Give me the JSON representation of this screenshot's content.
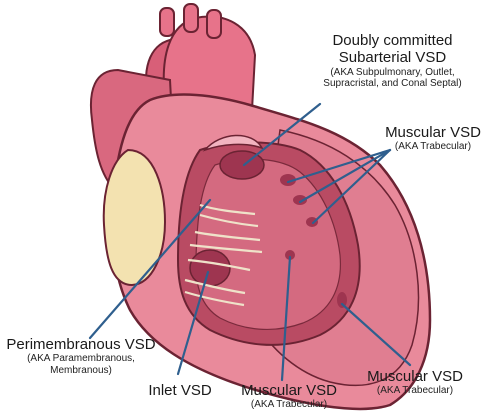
{
  "labels": {
    "subarterial": {
      "title_line1": "Doubly committed",
      "title_line2": "Subarterial VSD",
      "aka_line1": "(AKA Subpulmonary, Outlet,",
      "aka_line2": "Supracristal, and Conal Septal)"
    },
    "muscular_upper": {
      "title": "Muscular VSD",
      "aka": "(AKA Trabecular)"
    },
    "perimembranous": {
      "title": "Perimembranous VSD",
      "aka_line1": "(AKA Paramembranous,",
      "aka_line2": "Membranous)"
    },
    "inlet": {
      "title": "Inlet VSD"
    },
    "muscular_bottom": {
      "title": "Muscular VSD",
      "aka": "(AKA Trabecular)"
    },
    "muscular_lower_right": {
      "title": "Muscular VSD",
      "aka": "(AKA Trabecular)"
    }
  },
  "colors": {
    "pointer": "#2f5f8e",
    "myocardium": "#e98a9b",
    "outline": "#6b2333",
    "cavity": "#c9566d",
    "aorta": "#e7738a",
    "fat": "#f3e2b0",
    "chordae": "#efe2c9"
  }
}
